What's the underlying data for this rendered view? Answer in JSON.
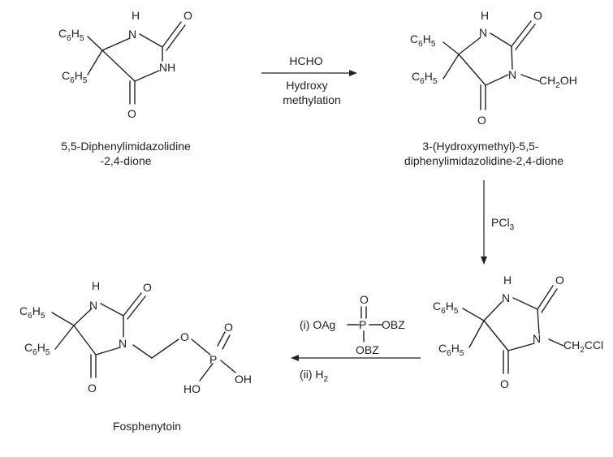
{
  "atoms": {
    "c": "C",
    "h": "H",
    "n": "N",
    "o": "O",
    "p": "P",
    "nh": "NH",
    "n_hyphen": "N",
    "ho": "HO",
    "oh": "OH",
    "cl": "Cl",
    "sub6": "6",
    "sub5": "5",
    "sub2": "2",
    "sub3": "3"
  },
  "compounds": [
    {
      "id": "phenytoin",
      "name_line1": "5,5-Diphenylimidazolidine",
      "name_line2": "-2,4-dione"
    },
    {
      "id": "hydroxymethyl",
      "name_line1": "3-(Hydroxymethyl)-5,5-",
      "name_line2": "diphenylimidazolidine-2,4-dione"
    },
    {
      "id": "chloromethyl",
      "name_line1": "",
      "name_line2": ""
    },
    {
      "id": "fosphenytoin",
      "name_line1": "Fosphenytoin",
      "name_line2": ""
    }
  ],
  "steps": [
    {
      "id": "step1",
      "reagent_above": "HCHO",
      "condition_line1": "Hydroxy",
      "condition_line2": "methylation"
    },
    {
      "id": "step2",
      "reagent_main": "PCl",
      "reagent_sub": "3"
    },
    {
      "id": "step3",
      "label_i": "(i) OAg",
      "label_p_o_top": "O",
      "label_p": "P",
      "label_obz_right": "OBZ",
      "label_obz_bottom": "OBZ",
      "label_ii": "(ii) H",
      "label_ii_sub": "2"
    }
  ]
}
